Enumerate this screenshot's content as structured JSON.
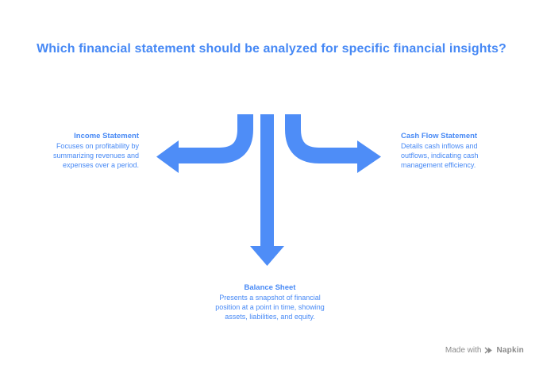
{
  "title": {
    "text": "Which financial statement should be analyzed for specific financial insights?"
  },
  "branches": {
    "left": {
      "heading": "Income Statement",
      "body": "Focuses on profitability by summarizing revenues and expenses over a period."
    },
    "right": {
      "heading": "Cash Flow Statement",
      "body": "Details cash inflows and outflows, indicating cash management efficiency."
    },
    "bottom": {
      "heading": "Balance Sheet",
      "body": "Presents a snapshot of financial position at a point in time, showing assets, liabilities, and equity."
    }
  },
  "footer": {
    "made_with": "Made with",
    "brand": "Napkin"
  },
  "colors": {
    "accent": "#4789f5",
    "arrow": "#4e8df7",
    "footer_text": "#8b8b8b",
    "background": "#ffffff"
  }
}
